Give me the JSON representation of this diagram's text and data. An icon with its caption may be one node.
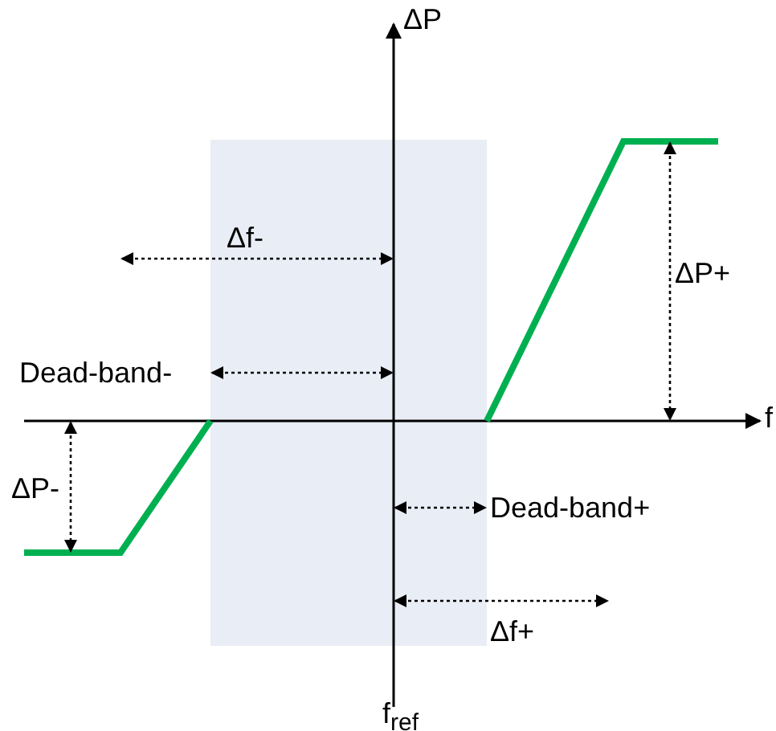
{
  "diagram": {
    "labels": [
      "ΔP",
      "Δf-",
      "ΔP+",
      "Dead-band-",
      "f",
      "ΔP-",
      "Dead-band+",
      "Δf+",
      "f$_{ref}$"
    ]
  }
}
